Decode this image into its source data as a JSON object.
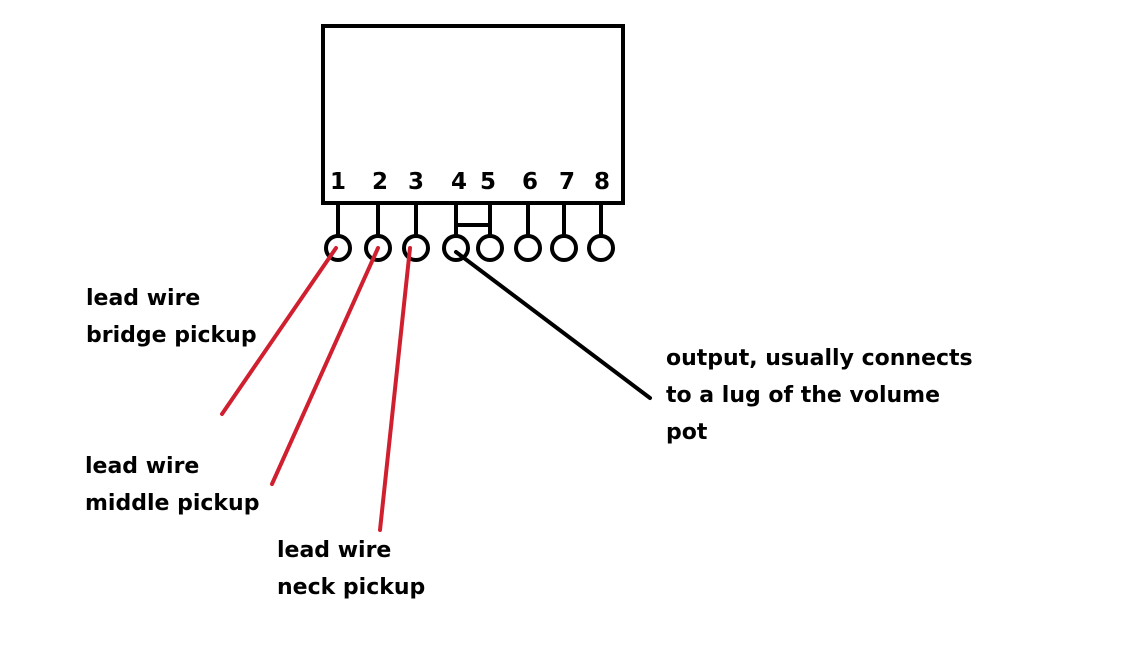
{
  "pins": [
    "1",
    "2",
    "3",
    "4",
    "5",
    "6",
    "7",
    "8"
  ],
  "labels": {
    "bridge": [
      "lead wire",
      "bridge pickup"
    ],
    "middle": [
      "lead wire",
      "middle pickup"
    ],
    "neck": [
      "lead wire",
      "neck pickup"
    ],
    "output": [
      "output, usually connects",
      "to a lug of the volume",
      "pot"
    ]
  },
  "colors": {
    "outline": "#000000",
    "lead_wire": "#d0202f",
    "output_wire": "#000000",
    "background": "#ffffff"
  }
}
